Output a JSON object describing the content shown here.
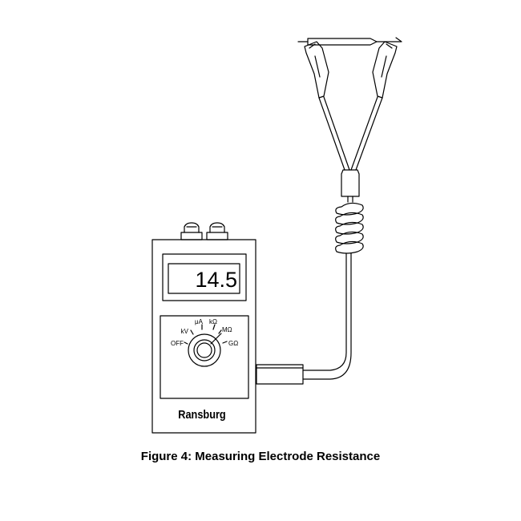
{
  "figure": {
    "caption": "Figure 4: Measuring Electrode Resistance"
  },
  "meter": {
    "display_value": "14.5",
    "brand": "Ransburg",
    "dial_labels": {
      "off": "OFF",
      "kv": "kV",
      "ua": "μA",
      "kohm": "kΩ",
      "mohm": "MΩ",
      "gohm": "GΩ"
    }
  },
  "colors": {
    "line": "#000000",
    "background": "#ffffff"
  }
}
